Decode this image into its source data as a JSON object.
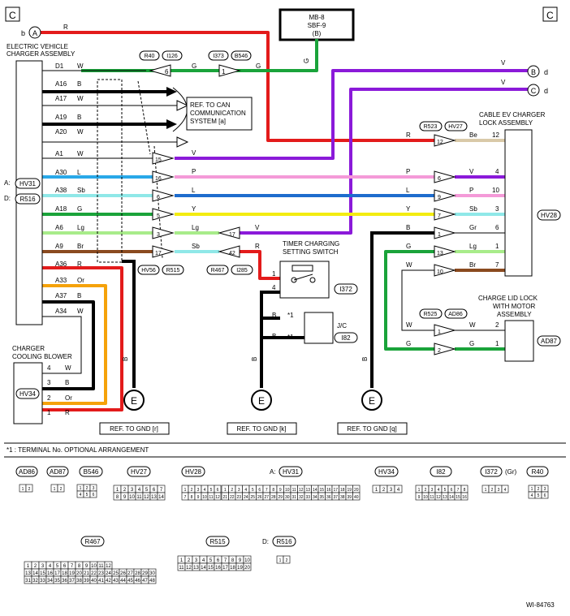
{
  "corner_labels": {
    "left": "C",
    "right": "C"
  },
  "top_connectors": {
    "b": {
      "circle": "A",
      "letter": "b",
      "color_code": "R"
    },
    "d": {
      "circle": "B",
      "letter": "d",
      "color_code": "V"
    },
    "c": {
      "circle": "C",
      "letter": "d",
      "color_code": "V"
    }
  },
  "fuse_box": {
    "line1": "MB-8",
    "line2": "SBF-9",
    "line3": "(B)"
  },
  "charger": {
    "title_line1": "ELECTRIC VEHICLE",
    "title_line2": "CHARGER ASSEMBLY",
    "conn_a_prefix": "A:",
    "conn_a": "HV31",
    "conn_d_prefix": "D:",
    "conn_d": "R516",
    "pins": [
      {
        "pin": "D1",
        "color": "W"
      },
      {
        "pin": "A16",
        "color": "B"
      },
      {
        "pin": "A17",
        "color": "W"
      },
      {
        "pin": "A19",
        "color": "B"
      },
      {
        "pin": "A20",
        "color": "W"
      },
      {
        "pin": "A1",
        "color": "W"
      },
      {
        "pin": "A30",
        "color": "L"
      },
      {
        "pin": "A38",
        "color": "Sb"
      },
      {
        "pin": "A18",
        "color": "G"
      },
      {
        "pin": "A6",
        "color": "Lg"
      },
      {
        "pin": "A9",
        "color": "Br"
      },
      {
        "pin": "A36",
        "color": "R"
      },
      {
        "pin": "A33",
        "color": "Or"
      },
      {
        "pin": "A37",
        "color": "B"
      },
      {
        "pin": "A34",
        "color": "W"
      }
    ]
  },
  "can_ref": {
    "line1": "REF. TO CAN",
    "line2": "COMMUNICATION",
    "line3": "SYSTEM [a]"
  },
  "conn_labels": {
    "R40": "R40",
    "I126": "I126",
    "I373": "I373",
    "B546": "B546",
    "R523": "R523",
    "HV27": "HV27",
    "HV56": "HV56",
    "R515": "R515",
    "R467": "R467",
    "I285": "I285",
    "I372": "I372",
    "I82": "I82",
    "R525": "R525",
    "AD86": "AD86",
    "HV28": "HV28",
    "AD87": "AD87",
    "HV34": "HV34"
  },
  "wire_codes": {
    "G1": "G",
    "G2": "G",
    "G3": "G",
    "V_a1": "V",
    "P": "P",
    "L": "L",
    "Y": "Y",
    "Lg": "Lg",
    "V_lg": "V",
    "Sb": "Sb",
    "R_sb": "R",
    "R_r": "R",
    "P_r": "P",
    "L_r": "L",
    "Y_r": "Y",
    "B_r": "B",
    "G_r": "G",
    "W_r": "W",
    "Be": "Be",
    "V_out": "V",
    "P_out": "P",
    "Sb_out": "Sb",
    "Gr_out": "Gr",
    "Lg_out": "Lg",
    "Br_out": "Br",
    "W_lock": "W",
    "G_lock": "G",
    "B_tim": "B",
    "B_jc": "B"
  },
  "hv56_pins": [
    "15",
    "16",
    "6",
    "5",
    "3",
    "17"
  ],
  "r467_pins": [
    "17",
    "42"
  ],
  "hv27_pins": [
    "12",
    "6",
    "9",
    "7",
    "1",
    "13",
    "10"
  ],
  "hv28_pins": [
    "12",
    "4",
    "10",
    "3",
    "6",
    "1",
    "7"
  ],
  "ad86_pins": [
    "1",
    "2"
  ],
  "ad87_pins": [
    "2",
    "1"
  ],
  "r523_pin": "12",
  "cable_ev": {
    "line1": "CABLE EV CHARGER",
    "line2": "LOCK ASSEMBLY"
  },
  "charge_lid": {
    "line1": "CHARGE LID LOCK",
    "line2": "WITH MOTOR",
    "line3": "ASSEMBLY"
  },
  "timer_switch": {
    "line1": "TIMER CHARGING",
    "line2": "SETTING SWITCH",
    "pin1": "1",
    "pin4": "4"
  },
  "jc": {
    "label": "J/C",
    "star": "*1"
  },
  "blower": {
    "line1": "CHARGER",
    "line2": "COOLING BLOWER",
    "pins": [
      {
        "pin": "4",
        "color": "W"
      },
      {
        "pin": "3",
        "color": "B"
      },
      {
        "pin": "2",
        "color": "Or"
      },
      {
        "pin": "1",
        "color": "R"
      }
    ]
  },
  "ground_refs": [
    "REF. TO GND [r]",
    "REF. TO GND [k]",
    "REF. TO GND [q]"
  ],
  "ground_symbol": "E",
  "note": "*1 : TERMINAL No. OPTIONAL ARRANGEMENT",
  "connector_index": [
    "AD86",
    "AD87",
    "B546",
    "HV27",
    "HV28",
    "A:",
    "HV31",
    "HV34",
    "I82",
    "I372",
    "(Gr)",
    "R40",
    "R467",
    "R515",
    "D:",
    "R516"
  ],
  "figure_id": "WI-84763"
}
